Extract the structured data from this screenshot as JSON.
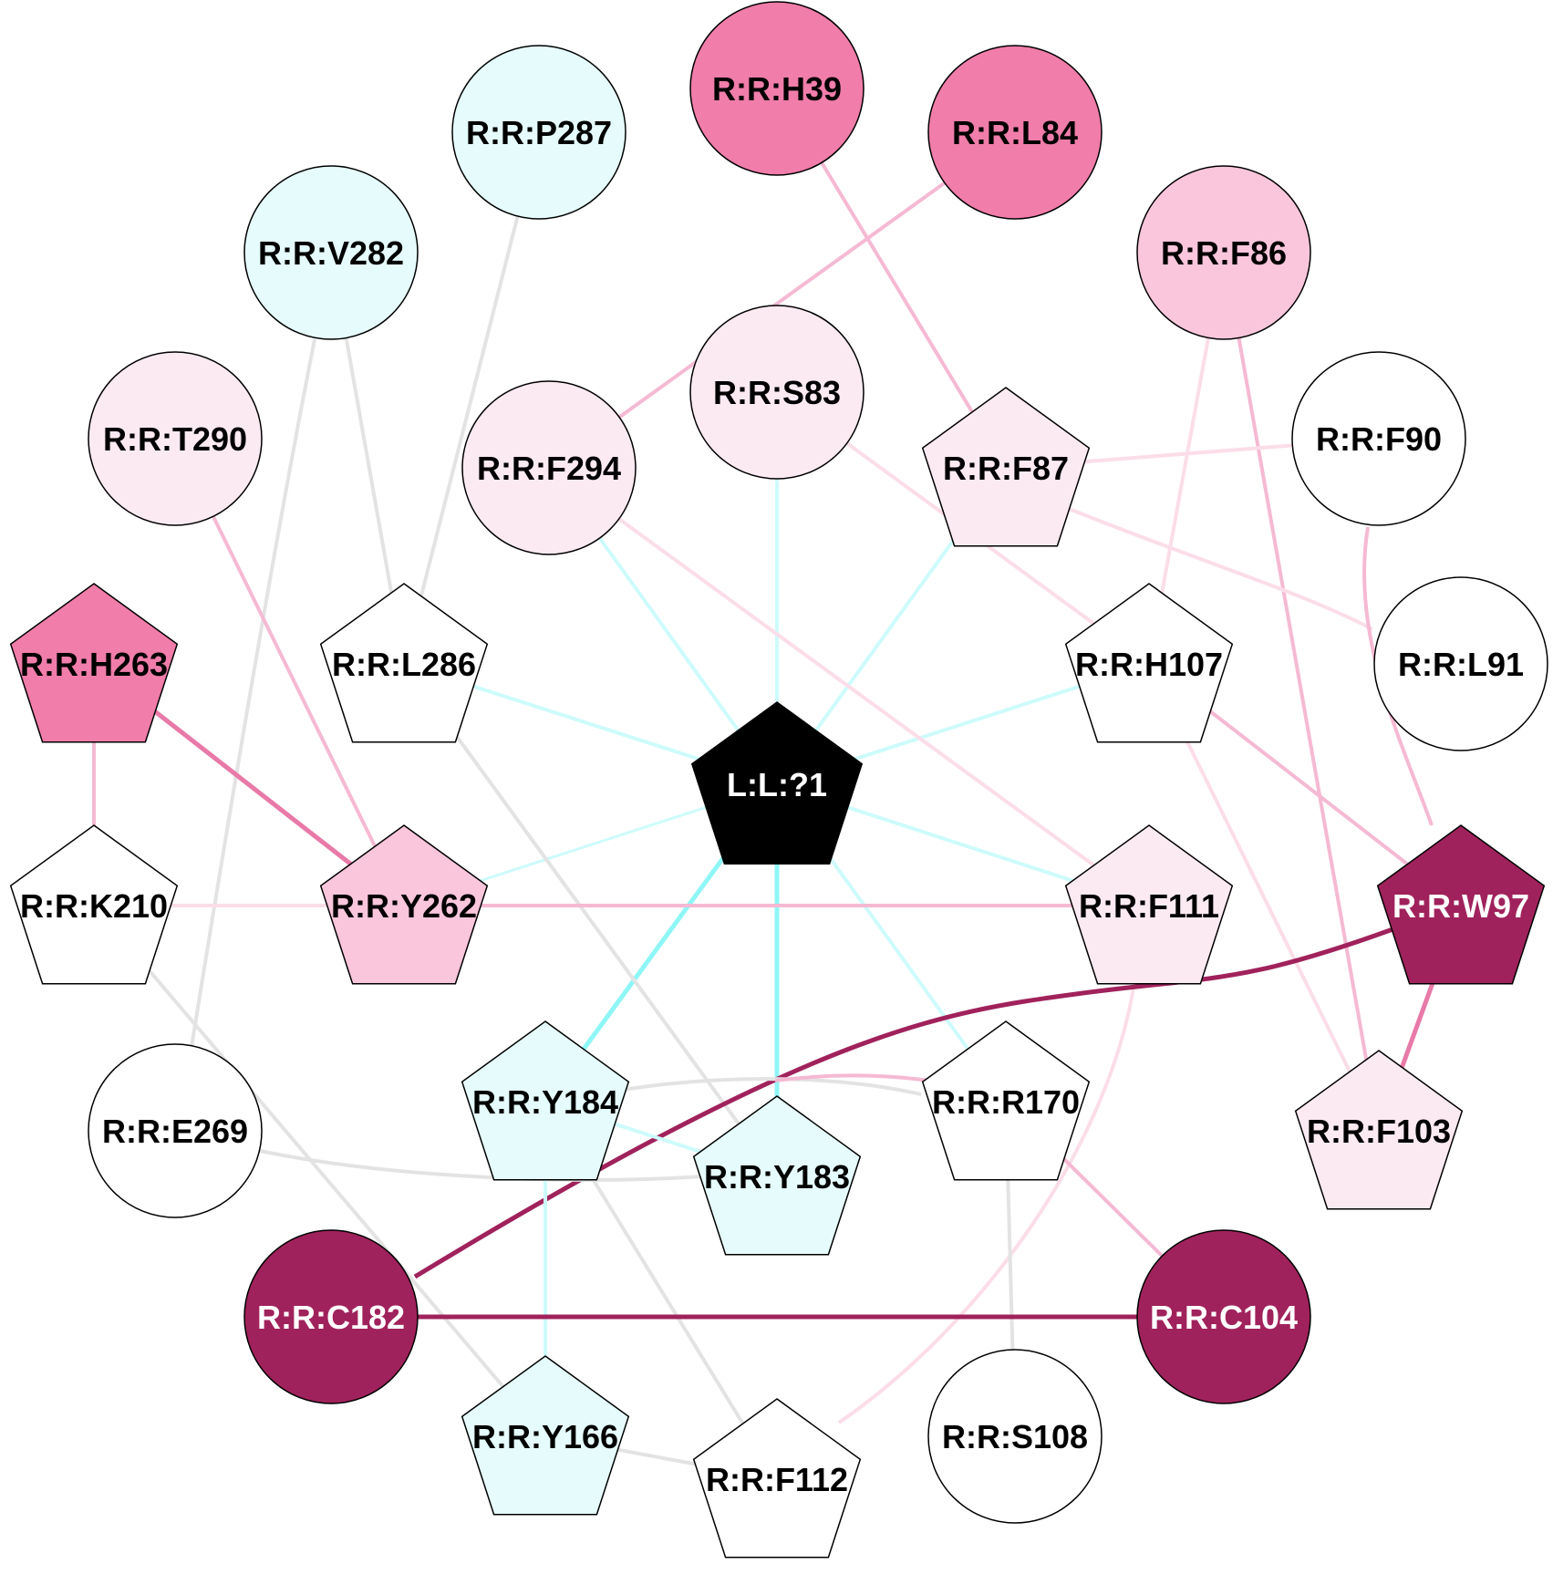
{
  "palette": {
    "ligand": "#000000",
    "strong": "#a0225c",
    "mid": "#f07daa",
    "light": "#f9c6dc",
    "faint": "#fbeaf2",
    "cyan_node": "#e6fcfc",
    "white": "#ffffff",
    "edge_cyan": "#8ff6f6",
    "edge_cyan_light": "#cdfbfb",
    "edge_pink": "#f5b9d3",
    "edge_pink_light": "#fbdde9",
    "edge_gray": "#e3e3e3",
    "edge_mid": "#e87aa8",
    "edge_strong": "#a0225c"
  },
  "nodes": [
    {
      "id": "L:L:?1",
      "label": "L:L:?1",
      "shape": "pentagon",
      "fill": "ligand",
      "text": "white"
    },
    {
      "id": "R:R:H39",
      "label": "R:R:H39",
      "shape": "circle",
      "fill": "mid",
      "text": "black"
    },
    {
      "id": "R:R:L84",
      "label": "R:R:L84",
      "shape": "circle",
      "fill": "mid",
      "text": "black"
    },
    {
      "id": "R:R:P287",
      "label": "R:R:P287",
      "shape": "circle",
      "fill": "cyan_node",
      "text": "black"
    },
    {
      "id": "R:R:V282",
      "label": "R:R:V282",
      "shape": "circle",
      "fill": "cyan_node",
      "text": "black"
    },
    {
      "id": "R:R:F86",
      "label": "R:R:F86",
      "shape": "circle",
      "fill": "light",
      "text": "black"
    },
    {
      "id": "R:R:S83",
      "label": "R:R:S83",
      "shape": "circle",
      "fill": "faint",
      "text": "black"
    },
    {
      "id": "R:R:T290",
      "label": "R:R:T290",
      "shape": "circle",
      "fill": "faint",
      "text": "black"
    },
    {
      "id": "R:R:F294",
      "label": "R:R:F294",
      "shape": "circle",
      "fill": "faint",
      "text": "black"
    },
    {
      "id": "R:R:F87",
      "label": "R:R:F87",
      "shape": "pentagon",
      "fill": "faint",
      "text": "black"
    },
    {
      "id": "R:R:F90",
      "label": "R:R:F90",
      "shape": "circle",
      "fill": "white",
      "text": "black"
    },
    {
      "id": "R:R:L91",
      "label": "R:R:L91",
      "shape": "circle",
      "fill": "white",
      "text": "black"
    },
    {
      "id": "R:R:H263",
      "label": "R:R:H263",
      "shape": "pentagon",
      "fill": "mid",
      "text": "black"
    },
    {
      "id": "R:R:L286",
      "label": "R:R:L286",
      "shape": "pentagon",
      "fill": "white",
      "text": "black"
    },
    {
      "id": "R:R:H107",
      "label": "R:R:H107",
      "shape": "pentagon",
      "fill": "white",
      "text": "black"
    },
    {
      "id": "R:R:K210",
      "label": "R:R:K210",
      "shape": "pentagon",
      "fill": "white",
      "text": "black"
    },
    {
      "id": "R:R:Y262",
      "label": "R:R:Y262",
      "shape": "pentagon",
      "fill": "light",
      "text": "black"
    },
    {
      "id": "R:R:F111",
      "label": "R:R:F111",
      "shape": "pentagon",
      "fill": "faint",
      "text": "black"
    },
    {
      "id": "R:R:W97",
      "label": "R:R:W97",
      "shape": "pentagon",
      "fill": "strong",
      "text": "white"
    },
    {
      "id": "R:R:E269",
      "label": "R:R:E269",
      "shape": "circle",
      "fill": "white",
      "text": "black"
    },
    {
      "id": "R:R:Y184",
      "label": "R:R:Y184",
      "shape": "pentagon",
      "fill": "cyan_node",
      "text": "black"
    },
    {
      "id": "R:R:R170",
      "label": "R:R:R170",
      "shape": "pentagon",
      "fill": "white",
      "text": "black"
    },
    {
      "id": "R:R:Y183",
      "label": "R:R:Y183",
      "shape": "pentagon",
      "fill": "cyan_node",
      "text": "black"
    },
    {
      "id": "R:R:F103",
      "label": "R:R:F103",
      "shape": "pentagon",
      "fill": "faint",
      "text": "black"
    },
    {
      "id": "R:R:C182",
      "label": "R:R:C182",
      "shape": "circle",
      "fill": "strong",
      "text": "white"
    },
    {
      "id": "R:R:C104",
      "label": "R:R:C104",
      "shape": "circle",
      "fill": "strong",
      "text": "white"
    },
    {
      "id": "R:R:Y166",
      "label": "R:R:Y166",
      "shape": "pentagon",
      "fill": "cyan_node",
      "text": "black"
    },
    {
      "id": "R:R:F112",
      "label": "R:R:F112",
      "shape": "pentagon",
      "fill": "white",
      "text": "black"
    },
    {
      "id": "R:R:S108",
      "label": "R:R:S108",
      "shape": "circle",
      "fill": "white",
      "text": "black"
    }
  ],
  "edges": [
    {
      "a": "L:L:?1",
      "b": "R:R:S83",
      "color": "edge_cyan_light",
      "w": 4
    },
    {
      "a": "L:L:?1",
      "b": "R:R:F294",
      "color": "edge_cyan_light",
      "w": 4
    },
    {
      "a": "L:L:?1",
      "b": "R:R:F87",
      "color": "edge_cyan_light",
      "w": 4
    },
    {
      "a": "L:L:?1",
      "b": "R:R:L286",
      "color": "edge_cyan_light",
      "w": 4
    },
    {
      "a": "L:L:?1",
      "b": "R:R:H107",
      "color": "edge_cyan_light",
      "w": 4
    },
    {
      "a": "L:L:?1",
      "b": "R:R:Y262",
      "color": "edge_cyan_light",
      "w": 3
    },
    {
      "a": "L:L:?1",
      "b": "R:R:F111",
      "color": "edge_cyan_light",
      "w": 4
    },
    {
      "a": "L:L:?1",
      "b": "R:R:Y184",
      "color": "edge_cyan",
      "w": 5
    },
    {
      "a": "L:L:?1",
      "b": "R:R:Y183",
      "color": "edge_cyan",
      "w": 5
    },
    {
      "a": "L:L:?1",
      "b": "R:R:R170",
      "color": "edge_cyan_light",
      "w": 4
    },
    {
      "a": "R:R:H39",
      "b": "R:R:F87",
      "color": "edge_pink",
      "w": 4
    },
    {
      "a": "R:R:L84",
      "b": "R:R:F294",
      "color": "edge_pink",
      "w": 4
    },
    {
      "a": "R:R:P287",
      "b": "R:R:L286",
      "color": "edge_gray",
      "w": 4
    },
    {
      "a": "R:R:V282",
      "b": "R:R:L286",
      "color": "edge_gray",
      "w": 4
    },
    {
      "a": "R:R:V282",
      "b": "R:R:E269",
      "color": "edge_gray",
      "w": 4
    },
    {
      "a": "R:R:F86",
      "b": "R:R:H107",
      "color": "edge_pink_light",
      "w": 4
    },
    {
      "a": "R:R:F86",
      "b": "R:R:F103",
      "color": "edge_pink",
      "w": 4
    },
    {
      "a": "R:R:S83",
      "b": "R:R:H107",
      "color": "edge_pink_light",
      "w": 4
    },
    {
      "a": "R:R:F87",
      "b": "R:R:F90",
      "color": "edge_pink_light",
      "w": 4
    },
    {
      "a": "R:R:F87",
      "b": "R:R:L91",
      "color": "edge_pink_light",
      "w": 4
    },
    {
      "a": "R:R:F90",
      "b": "R:R:W97",
      "color": "edge_pink",
      "w": 4
    },
    {
      "a": "R:R:T290",
      "b": "R:R:Y262",
      "color": "edge_pink",
      "w": 4
    },
    {
      "a": "R:R:F294",
      "b": "R:R:F111",
      "color": "edge_pink_light",
      "w": 4
    },
    {
      "a": "R:R:H263",
      "b": "R:R:K210",
      "color": "edge_pink",
      "w": 4
    },
    {
      "a": "R:R:H263",
      "b": "R:R:Y262",
      "color": "edge_mid",
      "w": 5
    },
    {
      "a": "R:R:L286",
      "b": "R:R:Y183",
      "color": "edge_gray",
      "w": 4
    },
    {
      "a": "R:R:H107",
      "b": "R:R:W97",
      "color": "edge_pink",
      "w": 4
    },
    {
      "a": "R:R:H107",
      "b": "R:R:F103",
      "color": "edge_pink_light",
      "w": 4
    },
    {
      "a": "R:R:K210",
      "b": "R:R:Y262",
      "color": "edge_pink_light",
      "w": 4
    },
    {
      "a": "R:R:K210",
      "b": "R:R:Y166",
      "color": "edge_gray",
      "w": 4
    },
    {
      "a": "R:R:Y262",
      "b": "R:R:F111",
      "color": "edge_pink",
      "w": 4
    },
    {
      "a": "R:R:F111",
      "b": "R:R:F112",
      "color": "edge_pink_light",
      "w": 4
    },
    {
      "a": "R:R:W97",
      "b": "R:R:F103",
      "color": "edge_mid",
      "w": 5
    },
    {
      "a": "R:R:W97",
      "b": "R:R:C182",
      "color": "edge_strong",
      "w": 5
    },
    {
      "a": "R:R:E269",
      "b": "R:R:Y183",
      "color": "edge_gray",
      "w": 4
    },
    {
      "a": "R:R:Y184",
      "b": "R:R:R170",
      "color": "edge_gray",
      "w": 4
    },
    {
      "a": "R:R:Y184",
      "b": "R:R:Y166",
      "color": "edge_cyan_light",
      "w": 4
    },
    {
      "a": "R:R:Y184",
      "b": "R:R:F112",
      "color": "edge_gray",
      "w": 4
    },
    {
      "a": "R:R:Y184",
      "b": "R:R:Y183",
      "color": "edge_cyan_light",
      "w": 4
    },
    {
      "a": "R:R:Y183",
      "b": "R:R:R170",
      "color": "edge_pink",
      "w": 4
    },
    {
      "a": "R:R:R170",
      "b": "R:R:C104",
      "color": "edge_pink",
      "w": 4
    },
    {
      "a": "R:R:R170",
      "b": "R:R:S108",
      "color": "edge_gray",
      "w": 4
    },
    {
      "a": "R:R:C182",
      "b": "R:R:C104",
      "color": "edge_strong",
      "w": 5
    },
    {
      "a": "R:R:Y166",
      "b": "R:R:F112",
      "color": "edge_gray",
      "w": 4
    }
  ]
}
